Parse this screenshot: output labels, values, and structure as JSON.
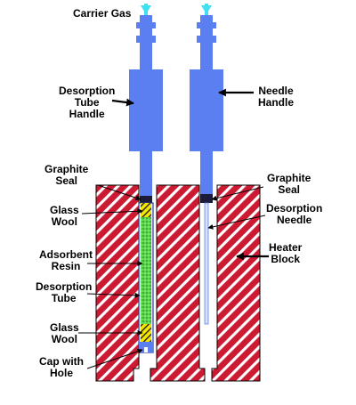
{
  "labels": {
    "carrier_gas": "Carrier Gas",
    "desorption_tube_handle": [
      "Desorption",
      "Tube",
      "Handle"
    ],
    "needle_handle": [
      "Needle",
      "Handle"
    ],
    "graphite_seal_left": [
      "Graphite",
      "Seal"
    ],
    "graphite_seal_right": [
      "Graphite",
      "Seal"
    ],
    "glass_wool_top": [
      "Glass",
      "Wool"
    ],
    "desorption_needle": [
      "Desorption",
      "Needle"
    ],
    "adsorbent_resin": [
      "Adsorbent",
      "Resin"
    ],
    "heater_block": [
      "Heater",
      "Block"
    ],
    "desorption_tube": [
      "Desorption",
      "Tube"
    ],
    "glass_wool_bottom": [
      "Glass",
      "Wool"
    ],
    "cap_with_hole": [
      "Cap with",
      "Hole"
    ]
  },
  "colors": {
    "tube_blue": "#5b7ff0",
    "gas_arrow": "#40e0f0",
    "heater_red": "#cc1a33",
    "hatch_white": "#ffffff",
    "resin_green": "#5cd64d",
    "glass_wool_yellow": "#f5e600",
    "graphite_seal": "#1c1c3a",
    "outline": "#000000"
  }
}
